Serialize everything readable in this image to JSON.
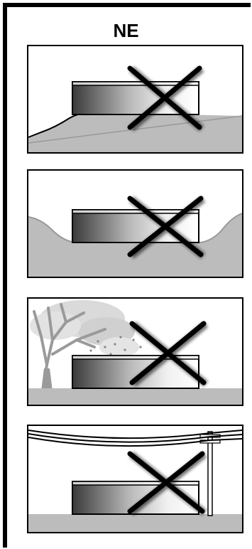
{
  "heading": "NE",
  "panels": [
    {
      "id": "slope",
      "obstruction": "sloped-ground",
      "marked": "x-mark"
    },
    {
      "id": "valley",
      "obstruction": "valley-hills",
      "marked": "x-mark"
    },
    {
      "id": "tree",
      "obstruction": "tree",
      "marked": "x-mark"
    },
    {
      "id": "power-lines",
      "obstruction": "power-lines-pole",
      "marked": "x-mark"
    }
  ],
  "colors": {
    "ground": "#bcbcbc",
    "panel_border": "#000000",
    "cross": "#000000",
    "foliage": "#d4d4d4",
    "trunk": "#9a9a9a"
  }
}
